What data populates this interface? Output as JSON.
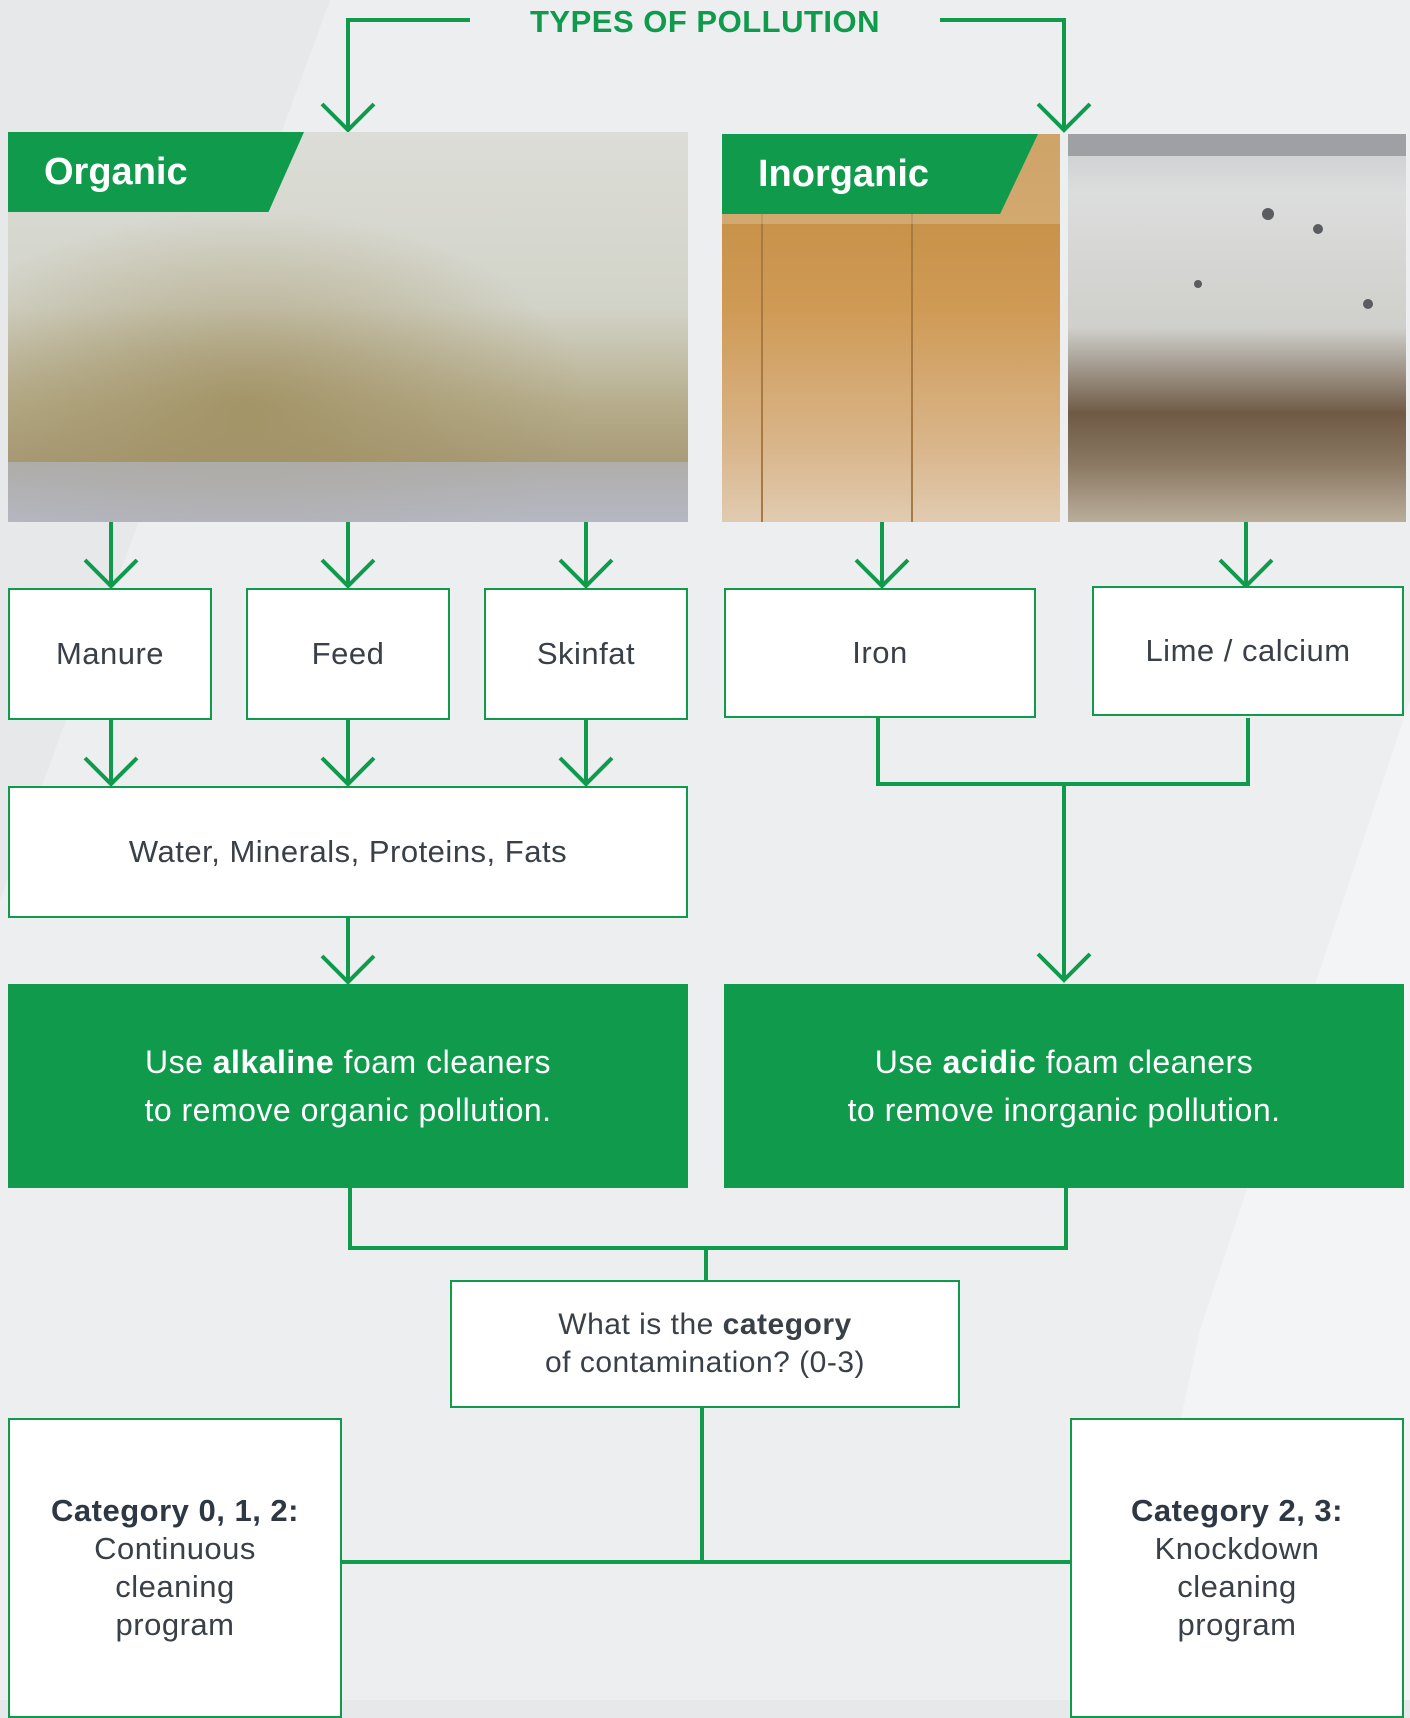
{
  "title": "TYPES OF POLLUTION",
  "colors": {
    "accent": "#0f9a4c",
    "text": "#3a4048",
    "background": "#e6e8ea"
  },
  "organic": {
    "label": "Organic",
    "sources": [
      "Manure",
      "Feed",
      "Skinfat"
    ],
    "composition": "Water, Minerals, Proteins, Fats",
    "advice": {
      "pre": "Use ",
      "bold": "alkaline",
      "post": " foam cleaners",
      "line2": "to remove organic pollution."
    }
  },
  "inorganic": {
    "label": "Inorganic",
    "sources": [
      "Iron",
      "Lime / calcium"
    ],
    "advice": {
      "pre": "Use ",
      "bold": "acidic",
      "post": " foam cleaners",
      "line2": "to remove inorganic pollution."
    }
  },
  "question": {
    "pre": "What is the ",
    "bold": "category",
    "line2": "of contamination? (0-3)"
  },
  "outcomes": [
    {
      "heading": "Category 0, 1, 2:",
      "lines": [
        "Continuous",
        "cleaning",
        "program"
      ]
    },
    {
      "heading": "Category 2, 3:",
      "lines": [
        "Knockdown",
        "cleaning",
        "program"
      ]
    }
  ]
}
